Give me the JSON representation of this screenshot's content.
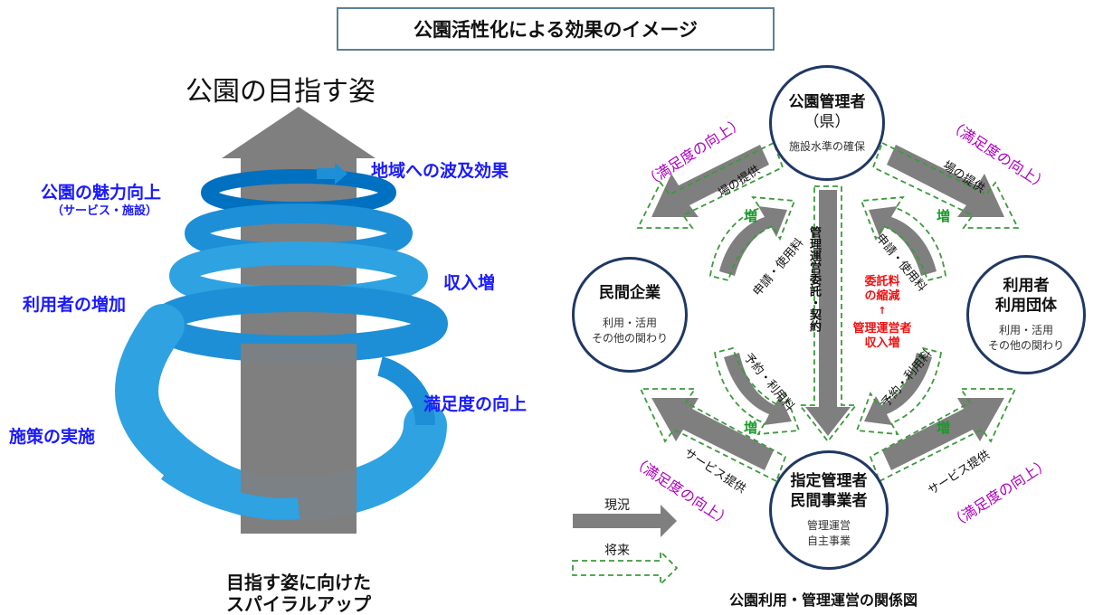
{
  "title": "公園活性化による効果のイメージ",
  "left": {
    "goal": "公園の目指す姿",
    "regional_effect": "地域への波及効果",
    "attraction": "公園の魅力向上",
    "attraction_sub": "（サービス・施設）",
    "income": "収入増",
    "users_increase": "利用者の増加",
    "satisfaction": "満足度の向上",
    "policy": "施策の実施",
    "caption_line1": "目指す姿に向けた",
    "caption_line2": "スパイラルアップ"
  },
  "right": {
    "caption": "公園利用・管理運営の関係図",
    "park_manager": {
      "title": "公園管理者",
      "title2": "（県）",
      "sub": "施設水準の確保"
    },
    "private": {
      "title": "民間企業",
      "sub1": "利用・活用",
      "sub2": "その他の関わり"
    },
    "users": {
      "title": "利用者",
      "title2": "利用団体",
      "sub1": "利用・活用",
      "sub2": "その他の関わり"
    },
    "designated": {
      "title": "指定管理者",
      "title2": "民間事業者",
      "sub1": "管理運営",
      "sub2": "自主事業"
    },
    "place_provide": "場の提供",
    "apply_fee": "申請・使用料",
    "reserve_fee": "予約・利用料",
    "service": "サービス提供",
    "satisfaction": "（満足度の向上）",
    "increase": "増",
    "contract": "管理運営委託・契約",
    "red1": "委託料",
    "red2": "の縮減",
    "red3": "管理運営者",
    "red4": "収入増",
    "legend_current": "現況",
    "legend_future": "将来"
  }
}
